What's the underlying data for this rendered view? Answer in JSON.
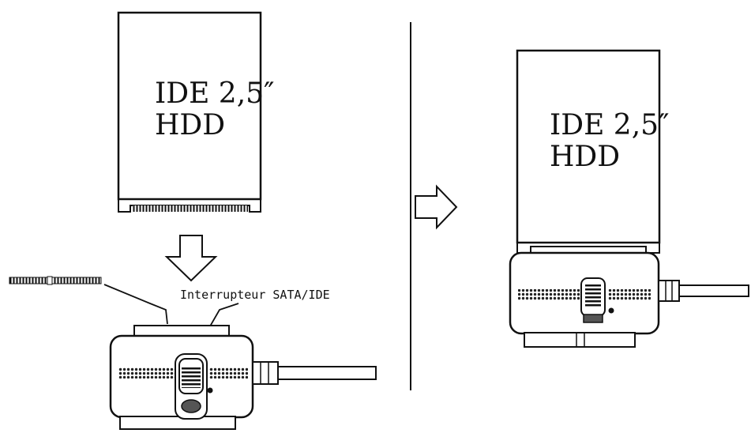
{
  "diagram": {
    "left": {
      "hdd_label_line1": "IDE 2,5″",
      "hdd_label_line2": "HDD",
      "switch_callout": "Interrupteur SATA/IDE"
    },
    "right": {
      "hdd_label_line1": "IDE 2,5″",
      "hdd_label_line2": "HDD"
    },
    "colors": {
      "line": "#111111",
      "background": "#ffffff"
    }
  }
}
